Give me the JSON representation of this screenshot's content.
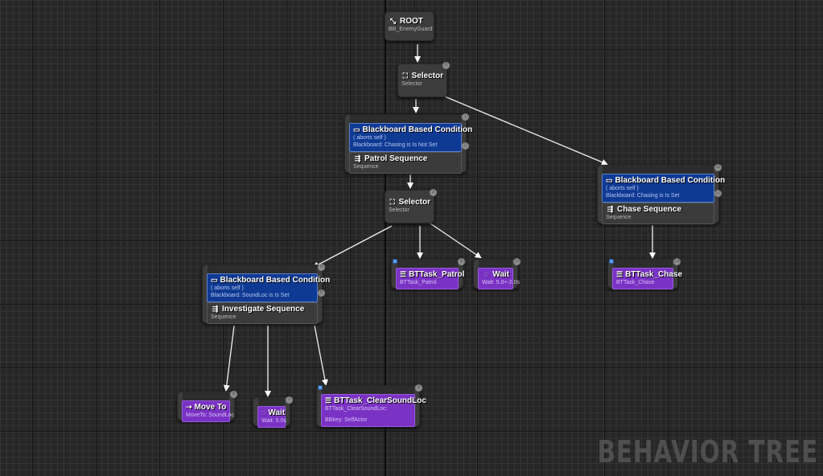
{
  "graph": {
    "watermark": "BEHAVIOR TREE",
    "colors": {
      "decorator": "#0f3a94",
      "task": "#7a32c4",
      "composite": "#3b3b3b",
      "background": "#262626"
    },
    "root": {
      "title": "ROOT",
      "subtitle": "BB_EnemyGuard",
      "icon": "root-icon"
    },
    "selector_main": {
      "title": "Selector",
      "subtitle": "Selector",
      "icon": "selector-icon",
      "index": "0"
    },
    "patrol": {
      "decorator": {
        "title": "Blackboard Based Condition",
        "line1": "( aborts self )",
        "line2": "Blackboard: Chasing is Is Not Set",
        "index": "1"
      },
      "title": "Patrol Sequence",
      "subtitle": "Sequence",
      "index": "2"
    },
    "selector_patrol": {
      "title": "Selector",
      "subtitle": "Selector",
      "index": "3"
    },
    "investigate": {
      "decorator": {
        "title": "Blackboard Based Condition",
        "line1": "( aborts self )",
        "line2": "Blackboard: SoundLoc is Is Set",
        "index": "4"
      },
      "title": "Investigate Sequence",
      "subtitle": "Sequence",
      "index": "5"
    },
    "move_to": {
      "title": "Move To",
      "subtitle": "MoveTo: SoundLoc",
      "index": "6"
    },
    "wait_investigate": {
      "title": "Wait",
      "subtitle": "Wait: 5.0s",
      "index": "7"
    },
    "clear_sound": {
      "title": "BTTask_ClearSoundLoc",
      "subtitle": "BTTask_ClearSoundLoc:",
      "detail": "BBkey: SelfActor",
      "index": "8"
    },
    "task_patrol": {
      "title": "BTTask_Patrol",
      "subtitle": "BTTask_Patrol",
      "index": "9"
    },
    "wait_patrol": {
      "title": "Wait",
      "subtitle": "Wait: 5.0+-2.0s",
      "index": "10"
    },
    "chase": {
      "decorator": {
        "title": "Blackboard Based Condition",
        "line1": "( aborts self )",
        "line2": "Blackboard: Chasing is Is Set",
        "index": "11"
      },
      "title": "Chase Sequence",
      "subtitle": "Sequence",
      "index": "12"
    },
    "task_chase": {
      "title": "BTTask_Chase",
      "subtitle": "BTTask_Chase",
      "index": "13"
    }
  }
}
